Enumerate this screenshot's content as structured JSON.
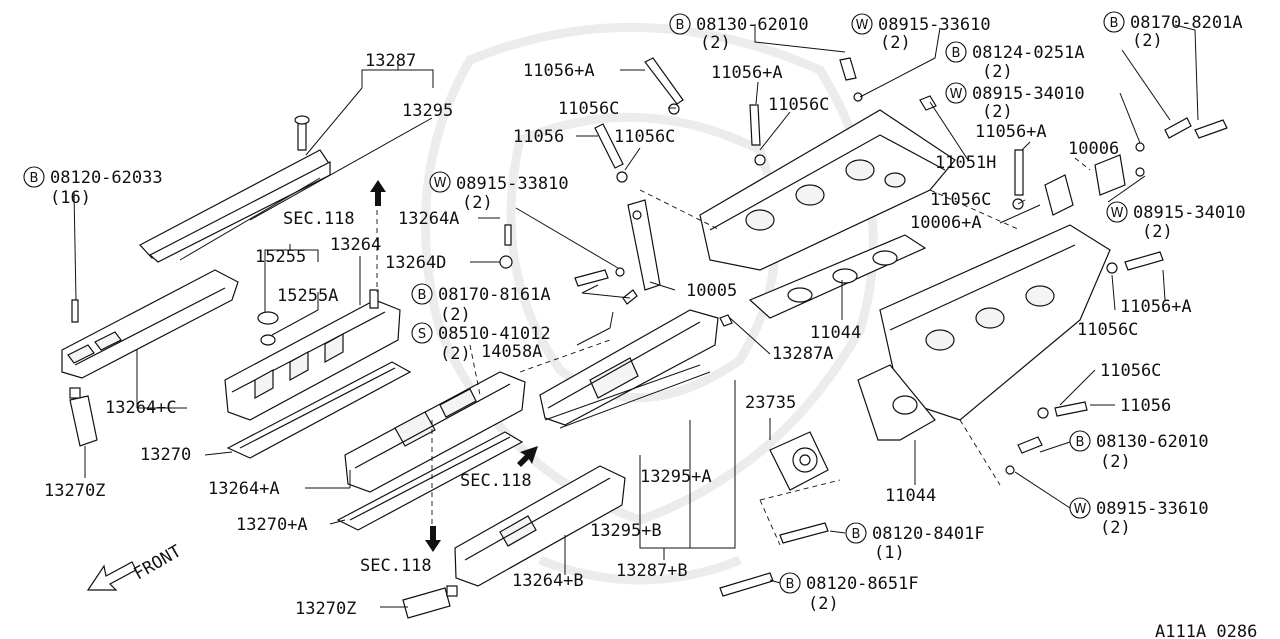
{
  "diagram": {
    "code": "A111A 0286",
    "direction": "FRONT",
    "labels": {
      "p13287_top": "13287",
      "p13295": "13295",
      "b08120_62033": "08120-62033",
      "q16": "(16)",
      "sec118_top": "SEC.118",
      "p13264": "13264",
      "p15255": "15255",
      "p15255A": "15255A",
      "p13264C": "13264+C",
      "p13270": "13270",
      "p13270Z_left": "13270Z",
      "p13264A_lower": "13264+A",
      "p13270A": "13270+A",
      "sec118_bottom": "SEC.118",
      "p13270Z_bottom": "13270Z",
      "p13264B": "13264+B",
      "sec118_mid": "SEC.118",
      "w08915_33810": "08915-33810",
      "q2_a": "(2)",
      "p13264A_upper": "13264A",
      "p13264D": "13264D",
      "b08170_8161A": "08170-8161A",
      "q2_b": "(2)",
      "s08510_41012": "08510-41012",
      "q2_c": "(2)",
      "p14058A": "14058A",
      "p11056A_1": "11056+A",
      "p11056C_1": "11056C",
      "p11056_1": "11056",
      "p11056C_2": "11056C",
      "p11056A_2": "11056+A",
      "p11056C_3": "11056C",
      "b08130_62010_top": "08130-62010",
      "q2_d": "(2)",
      "w08915_33610_top": "08915-33610",
      "q2_e": "(2)",
      "b08170_8201A": "08170-8201A",
      "q2_f": "(2)",
      "b08124_0251A": "08124-0251A",
      "q2_g": "(2)",
      "w08915_34010_top": "08915-34010",
      "q2_h": "(2)",
      "p11056A_3": "11056+A",
      "p11051H": "11051H",
      "p10006": "10006",
      "p11056C_4": "11056C",
      "p10006A": "10006+A",
      "w08915_34010_right": "08915-34010",
      "q2_i": "(2)",
      "p10005": "10005",
      "p11044_upper": "11044",
      "p13287A": "13287A",
      "p11056A_4": "11056+A",
      "p11056C_5": "11056C",
      "p23735": "23735",
      "p13295A": "13295+A",
      "p13295B": "13295+B",
      "p13287B": "13287+B",
      "p11056C_6": "11056C",
      "p11056_2": "11056",
      "b08130_62010_bottom": "08130-62010",
      "q2_j": "(2)",
      "p11044_lower": "11044",
      "w08915_33610_bottom": "08915-33610",
      "q2_k": "(2)",
      "b08120_8401F": "08120-8401F",
      "q1": "(1)",
      "b08120_8651F": "08120-8651F",
      "q2_l": "(2)"
    },
    "circle_marks": {
      "b": "B",
      "w": "W",
      "s": "S"
    }
  }
}
